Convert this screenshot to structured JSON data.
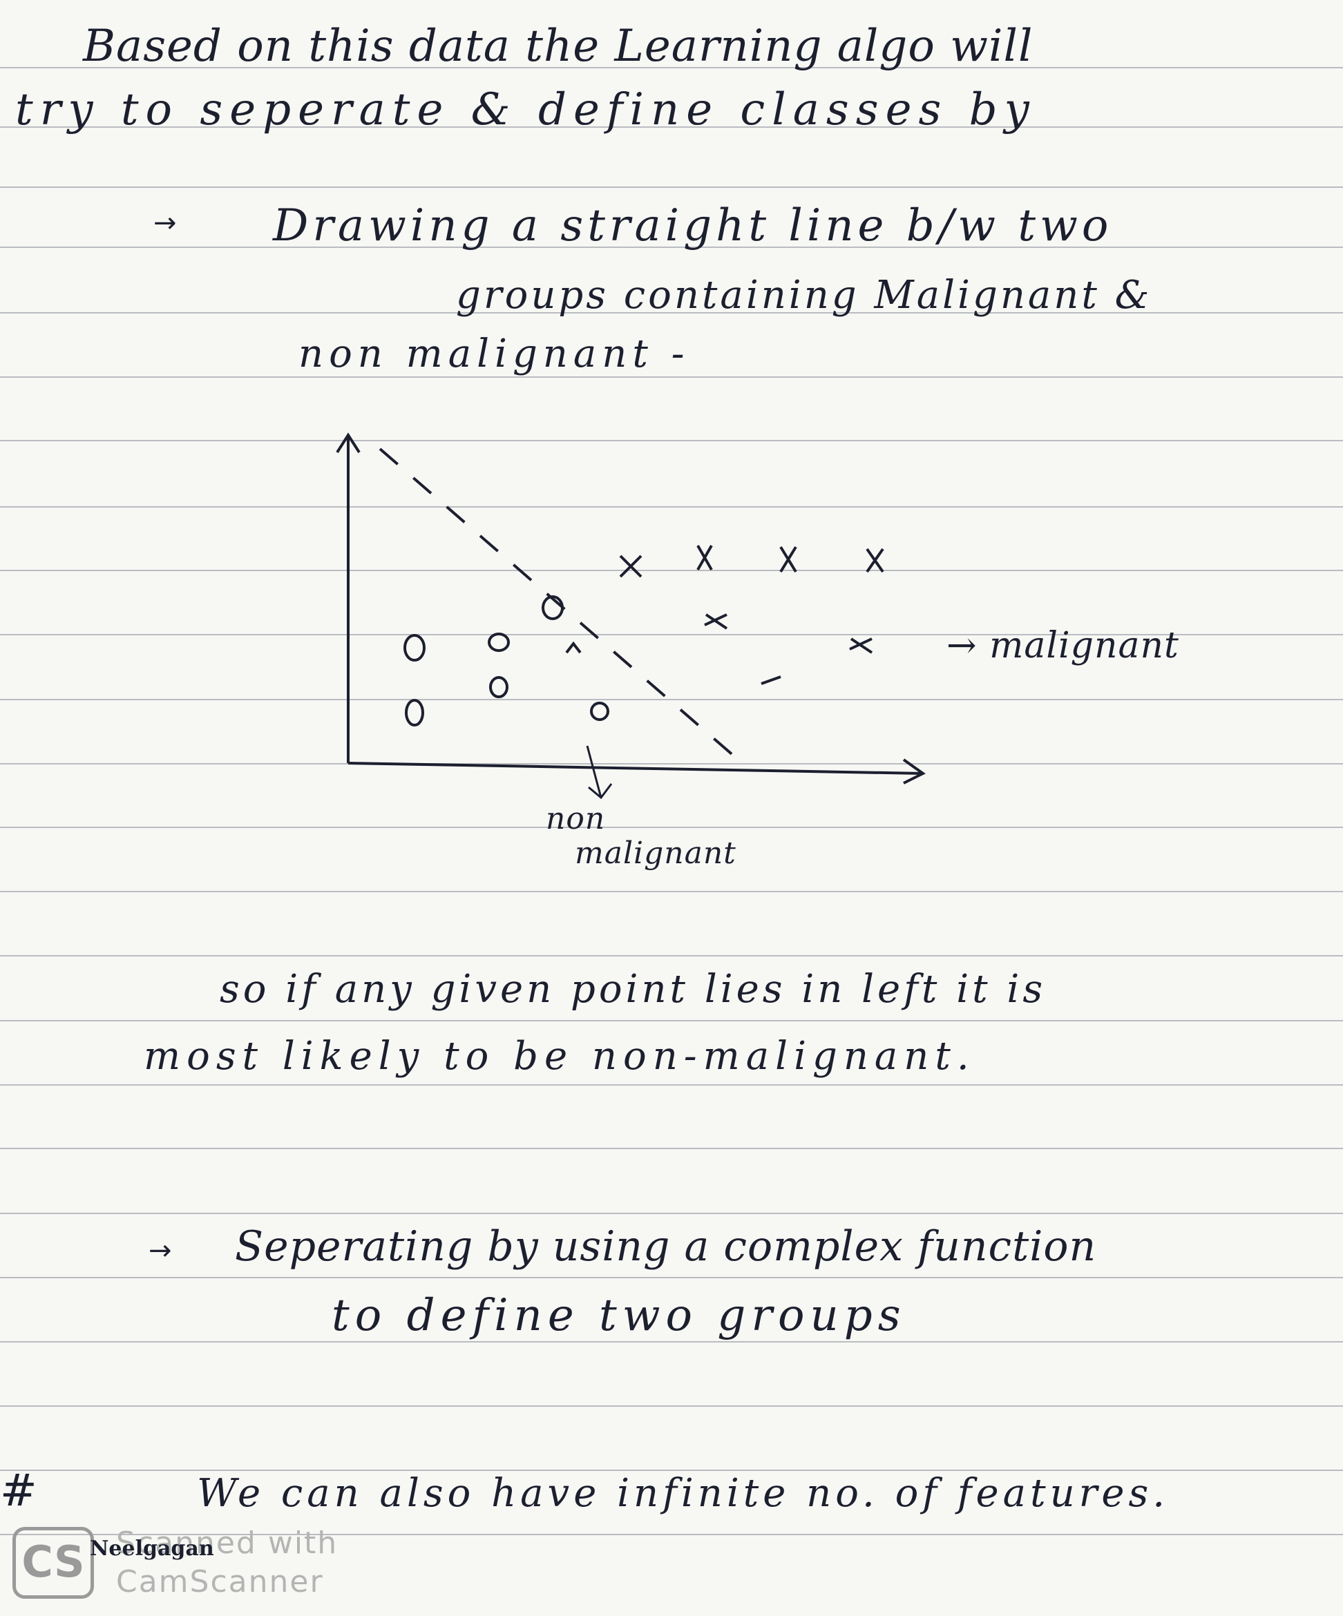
{
  "notes": {
    "line1": "Based on this data the Learning algo will",
    "line2": "try to seperate & define classes by",
    "bullet1_arrow": "→",
    "bullet1_line1": "Drawing a straight line b/w two",
    "bullet1_line2": "groups containing Malignant &",
    "bullet1_line3": "non malignant -",
    "para_line1": "so if any given point lies in left it is",
    "para_line2": "most likely to be non-malignant.",
    "bullet2_arrow": "→",
    "bullet2_line1": "Seperating by using a complex function",
    "bullet2_line2": "to define two groups",
    "hash_mark": "#",
    "final_line": "We can also have infinite no. of features."
  },
  "diagram": {
    "label_malignant": "→ malignant",
    "label_non": "non",
    "label_malignant2": "malignant",
    "marker_o": "o",
    "marker_x": "x"
  },
  "watermark": {
    "logo": "CS",
    "line1": "Scanned with",
    "line2": "CamScanner",
    "signature": "Neelgagan"
  },
  "colors": {
    "ink": "#1c1f2e",
    "paper": "#f7f7f4",
    "rule": "#b9bcc0",
    "watermark": "#b4b4b4"
  }
}
